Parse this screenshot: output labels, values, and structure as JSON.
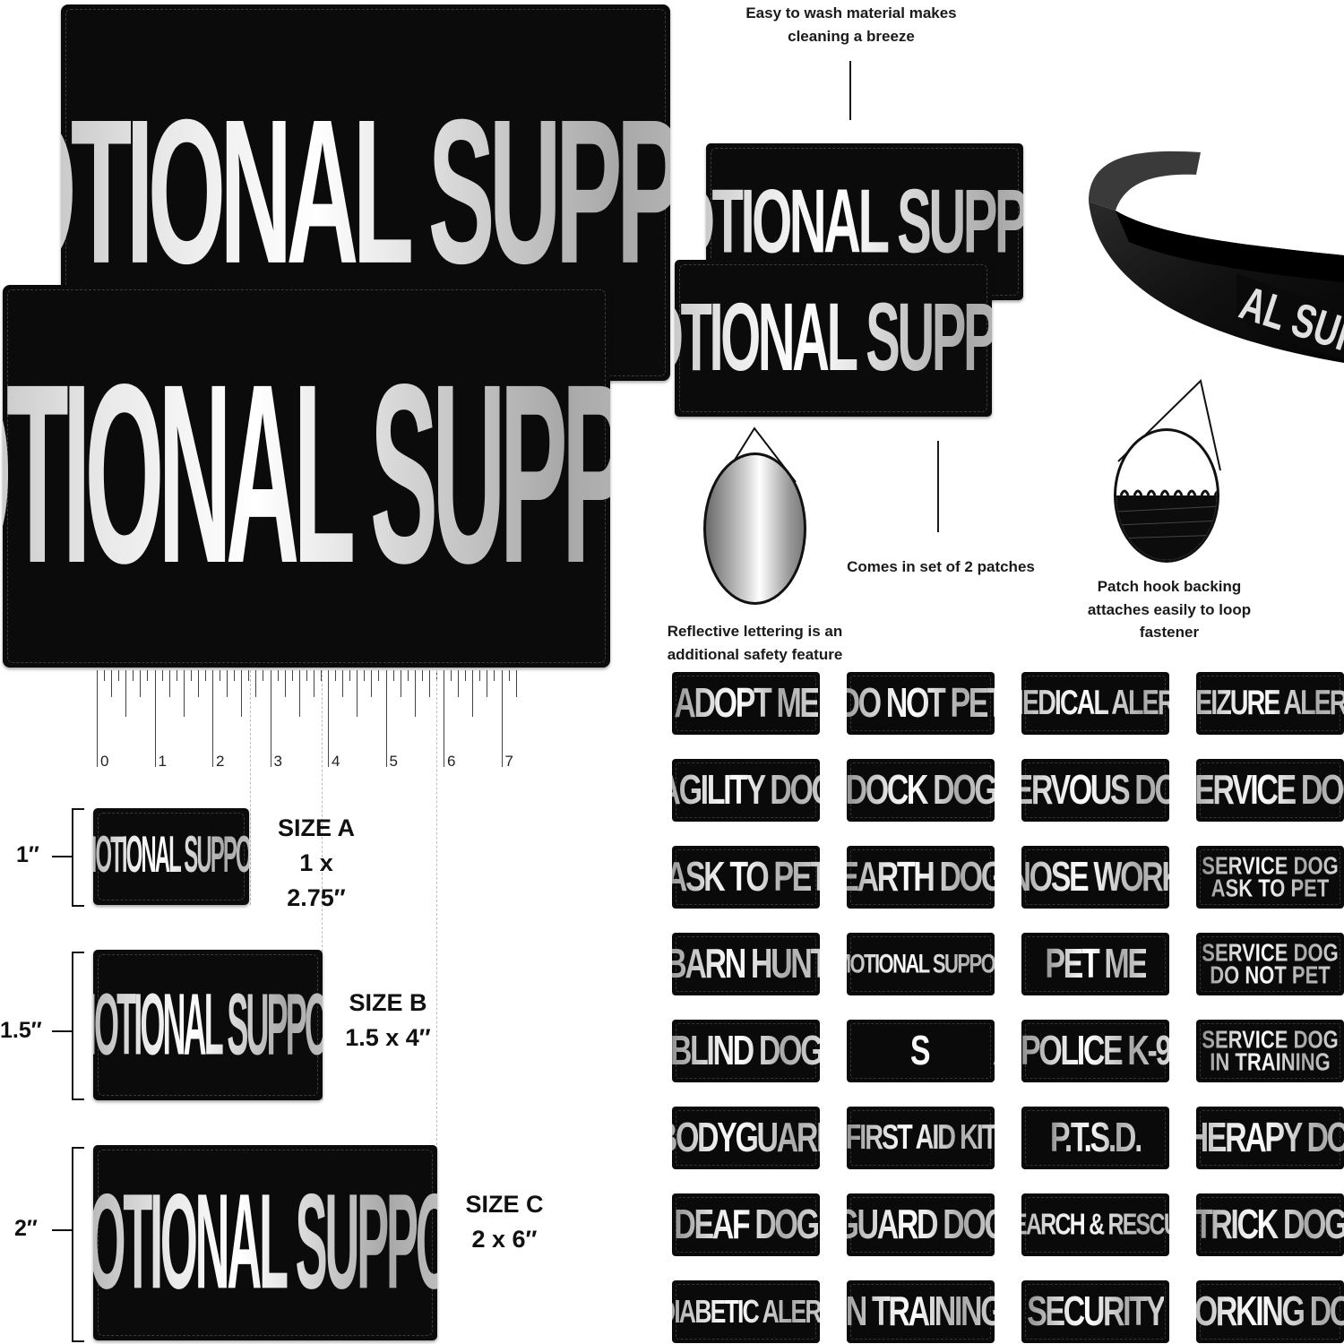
{
  "main_patches": {
    "back": "EMOTIONAL SUPPORT",
    "front": "EMOTIONAL SUPPORT"
  },
  "captions": {
    "wash": "Easy to wash material makes cleaning a breeze",
    "set": "Comes in set of 2 patches",
    "reflective": "Reflective lettering is an additional safety feature",
    "hook": "Patch hook backing attaches easily to loop fastener"
  },
  "set_patches": {
    "back": "EMOTIONAL SUPPORT",
    "front": "EMOTIONAL SUPPORT"
  },
  "backing_patch_text": "AL SUPP",
  "ruler": {
    "labels": [
      "0",
      "1",
      "2",
      "3",
      "4",
      "5",
      "6",
      "7"
    ]
  },
  "sizes": [
    {
      "name": "SIZE A",
      "dims": "1 x 2.75″",
      "height_label": "1″",
      "patch_text": "EMOTIONAL SUPPORT"
    },
    {
      "name": "SIZE B",
      "dims": "1.5 x 4″",
      "height_label": "1.5″",
      "patch_text": "EMOTIONAL SUPPORT"
    },
    {
      "name": "SIZE C",
      "dims": "2 x 6″",
      "height_label": "2″",
      "patch_text": "EMOTIONAL SUPPORT"
    }
  ],
  "patch_grid": [
    "ADOPT ME",
    "DO NOT PET",
    "MEDICAL ALERT",
    "SEIZURE ALERT",
    "AGILITY DOG",
    "DOCK DOG",
    "NERVOUS DOG",
    "SERVICE DOG",
    "ASK TO PET",
    "EARTH DOG",
    "NOSE WORK",
    "SERVICE DOG|ASK TO PET",
    "BARN HUNT",
    "EMOTIONAL SUPPORT",
    "PET ME",
    "SERVICE DOG|DO NOT PET",
    "BLIND DOG",
    "E S A",
    "POLICE K-9",
    "SERVICE DOG|IN TRAINING",
    "BODYGUARD",
    "FIRST AID KIT",
    "P.T.S.D.",
    "THERAPY DOG",
    "DEAF DOG",
    "GUARD DOG",
    "SEARCH & RESCUE",
    "TRICK DOG",
    "DIABETIC ALERT",
    "IN TRAINING",
    "SECURITY",
    "WORKING DOG"
  ]
}
